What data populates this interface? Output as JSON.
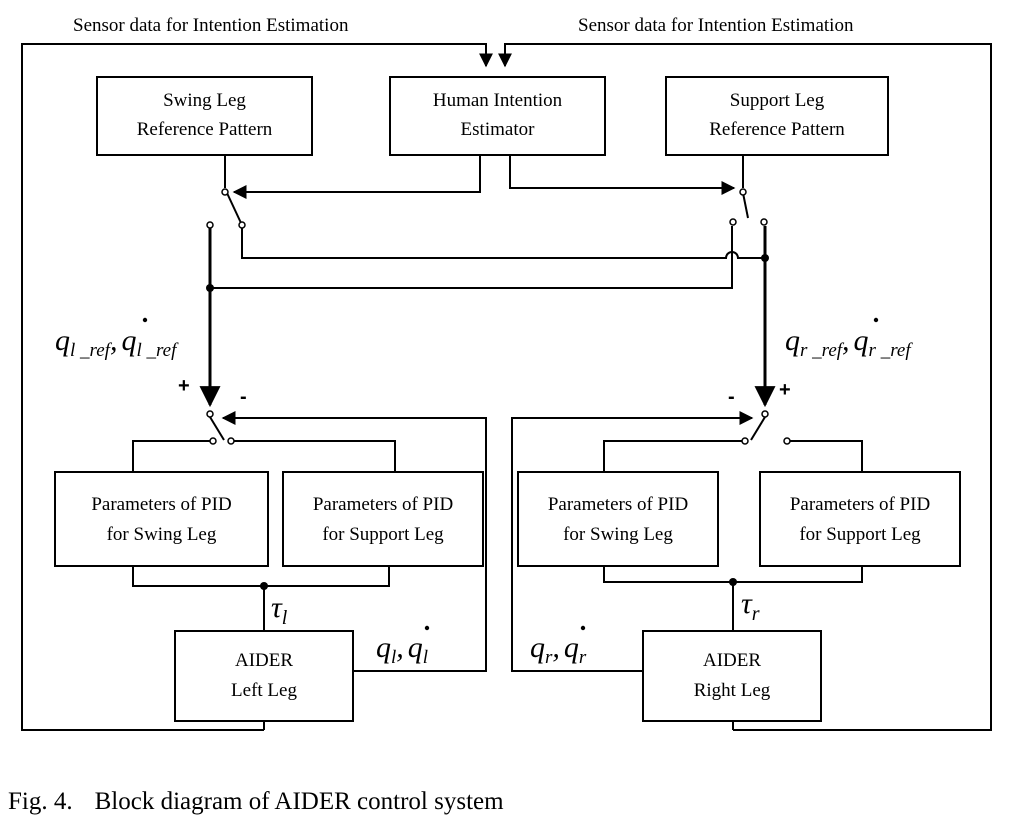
{
  "header": {
    "left": "Sensor data for Intention Estimation",
    "right": "Sensor data for Intention Estimation"
  },
  "blocks": {
    "swing_ref": {
      "line1": "Swing Leg",
      "line2": "Reference Pattern"
    },
    "intention": {
      "line1": "Human Intention",
      "line2": "Estimator"
    },
    "support_ref": {
      "line1": "Support Leg",
      "line2": "Reference Pattern"
    },
    "pid_swing_l": {
      "line1": "Parameters of PID",
      "line2": "for Swing Leg"
    },
    "pid_support_l": {
      "line1": "Parameters of PID",
      "line2": "for Support Leg"
    },
    "pid_swing_r": {
      "line1": "Parameters of PID",
      "line2": "for Swing Leg"
    },
    "pid_support_r": {
      "line1": "Parameters of PID",
      "line2": "for Support Leg"
    },
    "aider_left": {
      "line1": "AIDER",
      "line2": "Left Leg"
    },
    "aider_right": {
      "line1": "AIDER",
      "line2": "Right Leg"
    }
  },
  "signals": {
    "left_ref": {
      "q": "q",
      "sub": "l _ref",
      "comma": ",",
      "qd": "q",
      "qd_sub": "l _ref"
    },
    "right_ref": {
      "q": "q",
      "sub": "r _ref",
      "comma": ",",
      "qd": "q",
      "qd_sub": "r _ref"
    },
    "tau_l": {
      "sym": "τ",
      "sub": "l"
    },
    "tau_r": {
      "sym": "τ",
      "sub": "r"
    },
    "left_fb": {
      "q": "q",
      "sub": "l",
      "comma": ",",
      "qd": "q",
      "qd_sub": "l"
    },
    "right_fb": {
      "q": "q",
      "sub": "r",
      "comma": ",",
      "qd": "q",
      "qd_sub": "r"
    }
  },
  "signs": {
    "left_plus": "+",
    "left_minus": "-",
    "right_minus": "-",
    "right_plus": "+"
  },
  "caption": {
    "label": "Fig. 4.",
    "text": "Block diagram of AIDER control system"
  }
}
